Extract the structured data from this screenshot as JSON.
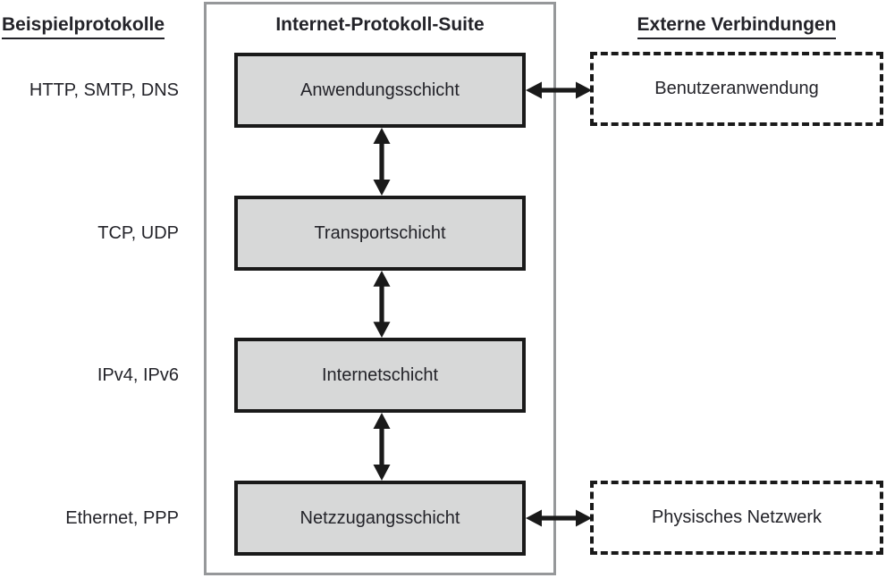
{
  "diagram": {
    "left_header": "Beispielprotokolle",
    "center_header": "Internet-Protokoll-Suite",
    "right_header": "Externe Verbindungen",
    "layers": [
      {
        "name": "Anwendungsschicht",
        "protocols": "HTTP, SMTP, DNS",
        "external": "Benutzeranwendung"
      },
      {
        "name": "Transportschicht",
        "protocols": "TCP, UDP",
        "external": ""
      },
      {
        "name": "Internetschicht",
        "protocols": "IPv4, IPv6",
        "external": ""
      },
      {
        "name": "Netzzugangsschicht",
        "protocols": "Ethernet, PPP",
        "external": "Physisches Netzwerk"
      }
    ],
    "connectors": {
      "vertical_double_arrows": 3,
      "horizontal_double_arrows": 2
    },
    "colors": {
      "background": "#ffffff",
      "layer_fill": "#d7d8d8",
      "black_border": "#1a1a1a",
      "container_border": "#96989a",
      "text": "#232329"
    }
  }
}
